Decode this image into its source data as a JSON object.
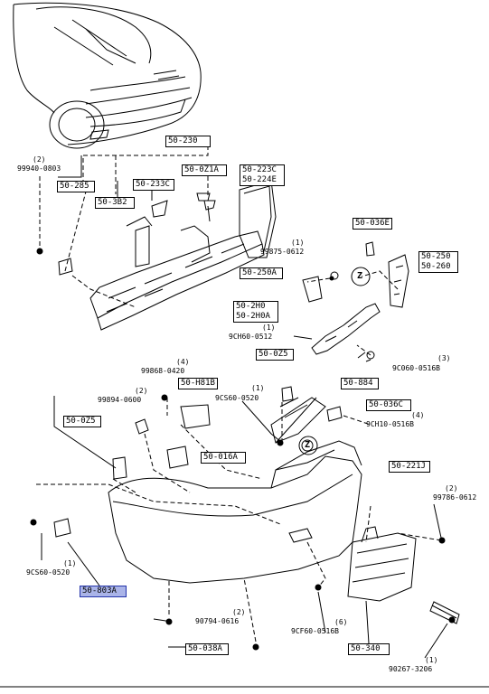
{
  "part_boxes": {
    "b50_230": "50-230",
    "b50_285": "50-285",
    "b50_233c": "50-233C",
    "b50_021a": "50-0Z1A",
    "b50_223c_line1": "50-223C",
    "b50_223c_line2": "50-224E",
    "b50_3b2": "50-3B2",
    "b50_036e": "50-036E",
    "b50_250_line1": "50-250",
    "b50_250_line2": "50-260",
    "b50_250a": "50-250A",
    "b50_2h0_line1": "50-2H0",
    "b50_2h0_line2": "50-2H0A",
    "b50_025_top": "50-0Z5",
    "b50_h81b": "50-H81B",
    "b50_884": "50-884",
    "b50_036c": "50-036C",
    "b50_025_left": "50-0Z5",
    "b50_016a": "50-016A",
    "b50_221j": "50-221J",
    "b50_803a": "50-803A",
    "b50_340": "50-340",
    "b50_038a": "50-038A"
  },
  "callouts": {
    "c99940": {
      "qty": "(2)",
      "code": "99940-0803"
    },
    "c99875": {
      "qty": "(1)",
      "code": "99875-0612"
    },
    "c9ch60": {
      "qty": "(1)",
      "code": "9CH60-0512"
    },
    "c9c060": {
      "qty": "(3)",
      "code": "9C060-0516B"
    },
    "c99868": {
      "qty": "(4)",
      "code": "99868-0420"
    },
    "c99894": {
      "qty": "(2)",
      "code": "99894-0600"
    },
    "c9cs60_top": {
      "qty": "(1)",
      "code": "9CS60-0520"
    },
    "c9ch10": {
      "qty": "(4)",
      "code": "9CH10-0516B"
    },
    "c99786": {
      "qty": "(2)",
      "code": "99786-0612"
    },
    "c9cs60_bottom": {
      "qty": "(1)",
      "code": "9CS60-0520"
    },
    "c9cf60": {
      "qty": "(6)",
      "code": "9CF60-0516B"
    },
    "c90794": {
      "qty": "(2)",
      "code": "90794-0616"
    },
    "c90267": {
      "qty": "(1)",
      "code": "90267-3206"
    }
  },
  "markers": {
    "z": "Z"
  },
  "colors": {
    "highlight": "#aab4e8",
    "line": "#000000"
  }
}
